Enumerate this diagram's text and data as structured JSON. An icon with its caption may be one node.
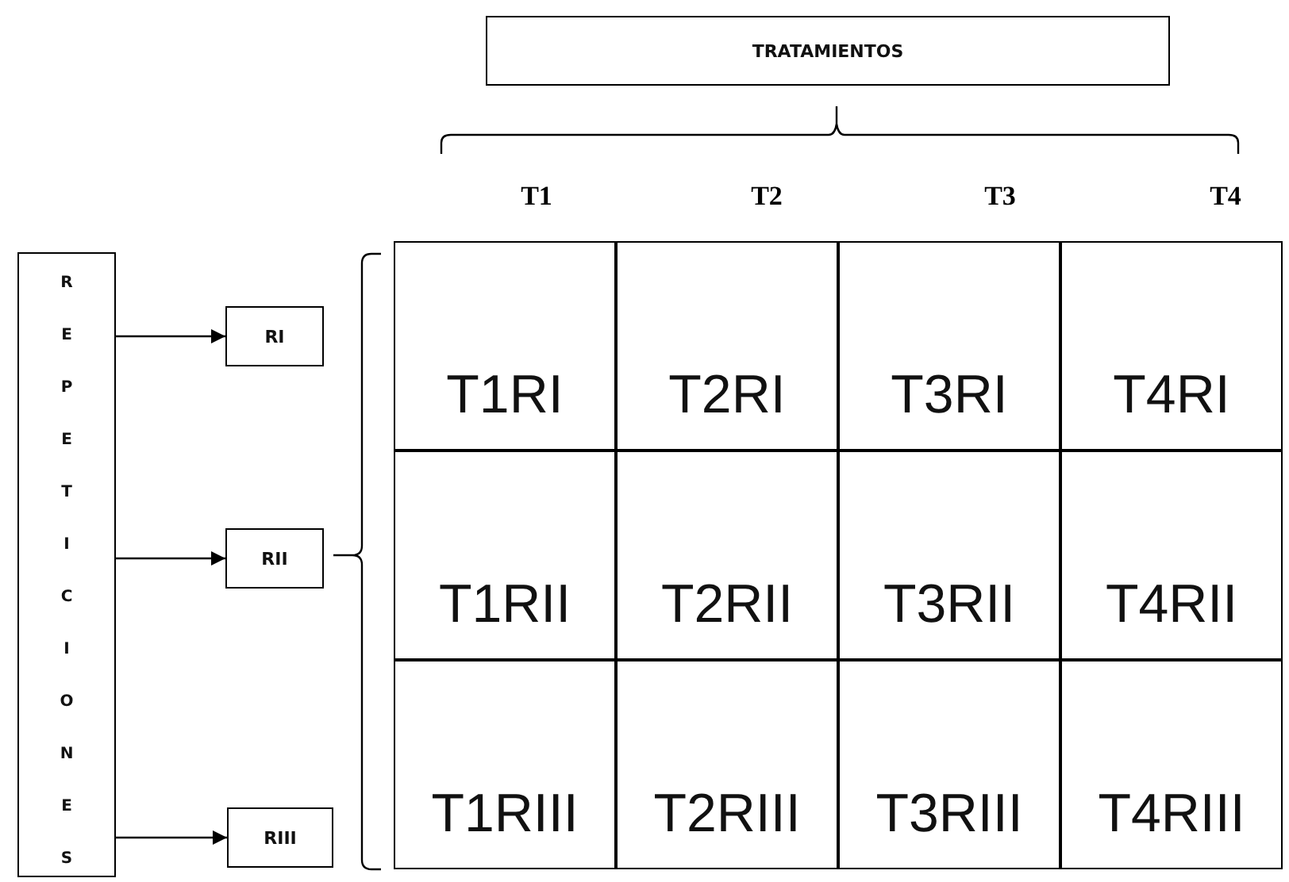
{
  "diagram": {
    "nodes": [
      {
        "text": [
          "TRATAMIENTOS"
        ]
      },
      {
        "text": [
          "REPETICIONES"
        ]
      },
      {
        "text": [
          "RI"
        ]
      },
      {
        "text": [
          "RII"
        ]
      },
      {
        "text": [
          "RIII"
        ]
      },
      {
        "text": [
          "T1RI"
        ]
      },
      {
        "text": [
          "T2RI"
        ]
      },
      {
        "text": [
          "T3RI"
        ]
      },
      {
        "text": [
          "T4RI"
        ]
      },
      {
        "text": [
          "T1RII"
        ]
      },
      {
        "text": [
          "T2RII"
        ]
      },
      {
        "text": [
          "T3RII"
        ]
      },
      {
        "text": [
          "T4RII"
        ]
      },
      {
        "text": [
          "T1RIII"
        ]
      },
      {
        "text": [
          "T2RIII"
        ]
      },
      {
        "text": [
          "T3RIII"
        ]
      },
      {
        "text": [
          "T4RIII"
        ]
      }
    ],
    "edges": [
      {
        "from": 1,
        "to": 2,
        "arrow": "to"
      },
      {
        "from": 1,
        "to": 3,
        "arrow": "to"
      },
      {
        "from": 1,
        "to": 4,
        "arrow": "to"
      }
    ],
    "labels": [
      "T1",
      "T2",
      "T3",
      "T4"
    ]
  }
}
